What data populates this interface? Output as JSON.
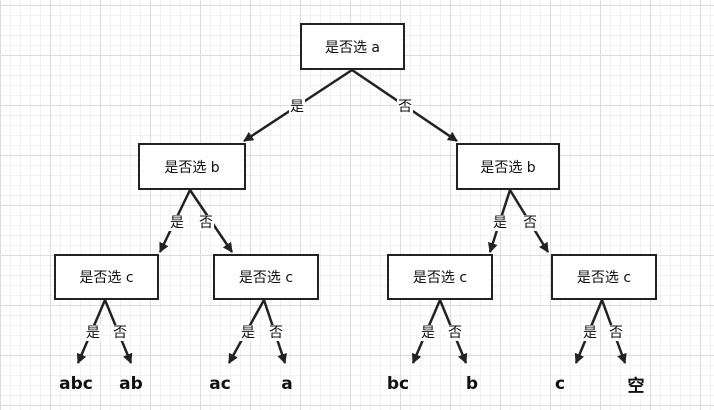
{
  "nodes": [
    {
      "id": "root",
      "label": "是否选 a"
    },
    {
      "id": "b_left",
      "label": "是否选 b"
    },
    {
      "id": "b_right",
      "label": "是否选 b"
    },
    {
      "id": "c1",
      "label": "是否选 c"
    },
    {
      "id": "c2",
      "label": "是否选 c"
    },
    {
      "id": "c3",
      "label": "是否选 c"
    },
    {
      "id": "c4",
      "label": "是否选 c"
    }
  ],
  "edge_labels": {
    "yes": "是",
    "no": "否"
  },
  "leaves": [
    "abc",
    "ab",
    "ac",
    "a",
    "bc",
    "b",
    "c",
    "空"
  ]
}
